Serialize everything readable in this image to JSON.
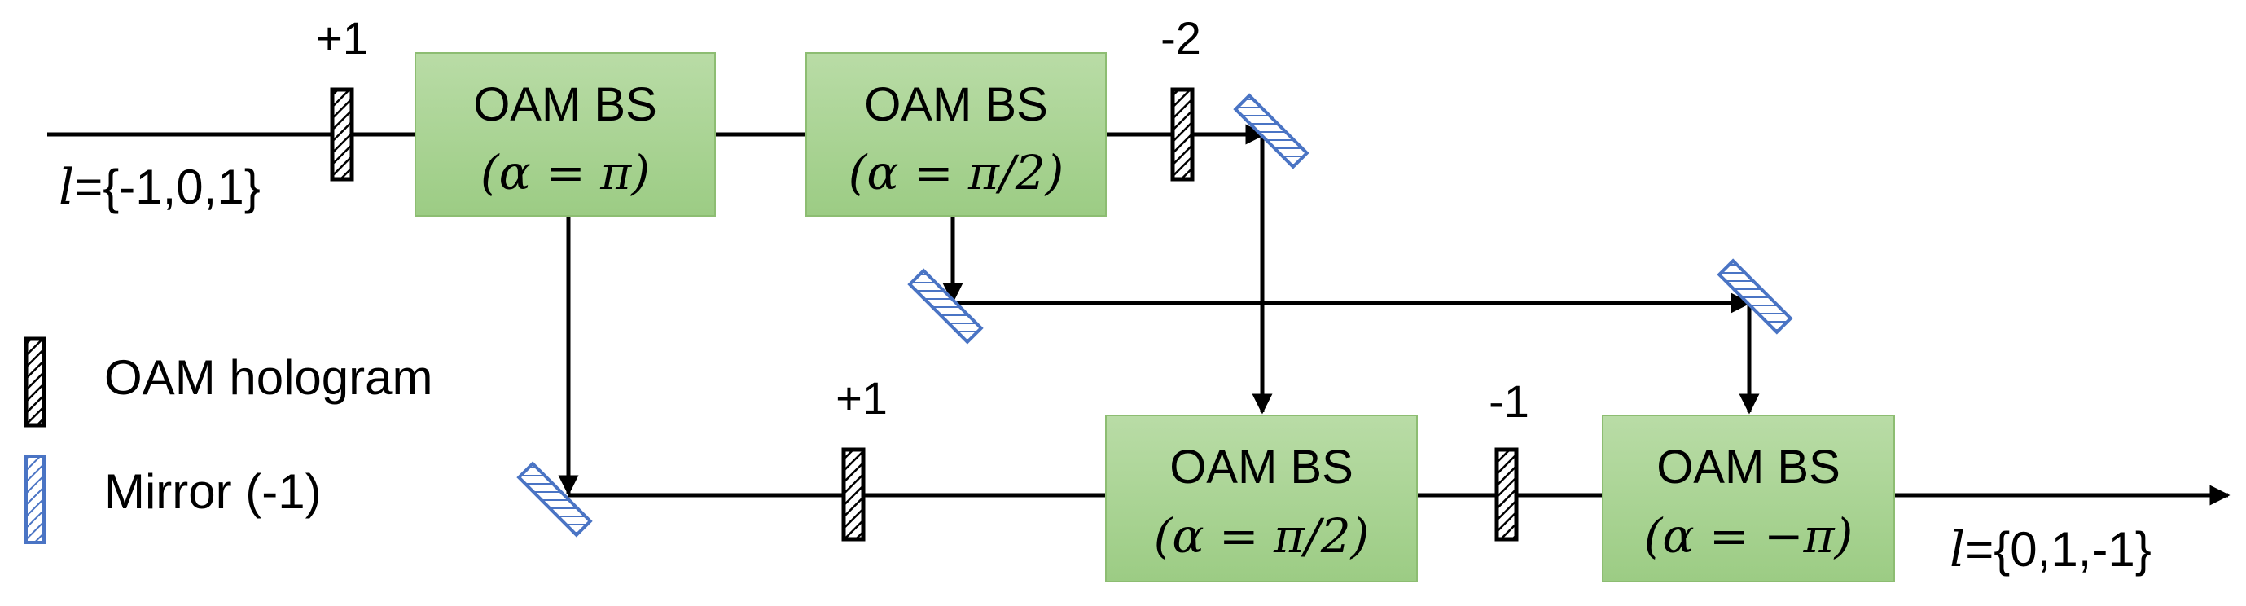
{
  "beam_splitters": [
    {
      "id": "bs1",
      "title": "OAM BS",
      "param": "(α = π)"
    },
    {
      "id": "bs2",
      "title": "OAM BS",
      "param": "(α = π/2)"
    },
    {
      "id": "bs3",
      "title": "OAM BS",
      "param": "(α = π/2)"
    },
    {
      "id": "bs4",
      "title": "OAM BS",
      "param": "(α = −π)"
    }
  ],
  "holograms": [
    {
      "id": "h1",
      "label": "+1"
    },
    {
      "id": "h2",
      "label": "-2"
    },
    {
      "id": "h3",
      "label": "+1"
    },
    {
      "id": "h4",
      "label": "-1"
    }
  ],
  "input": {
    "symbol": "l",
    "values": "={-1,0,1}"
  },
  "output": {
    "symbol": "l",
    "values": "={0,1,-1}"
  },
  "legend": {
    "hologram_label": "OAM hologram",
    "mirror_label": "Mirror (-1)"
  },
  "colors": {
    "box_fill_top": "#b9dca6",
    "box_fill_bottom": "#9ccc84",
    "box_border": "#8dbd72",
    "mirror": "#4a74c4",
    "beam": "#000000"
  }
}
